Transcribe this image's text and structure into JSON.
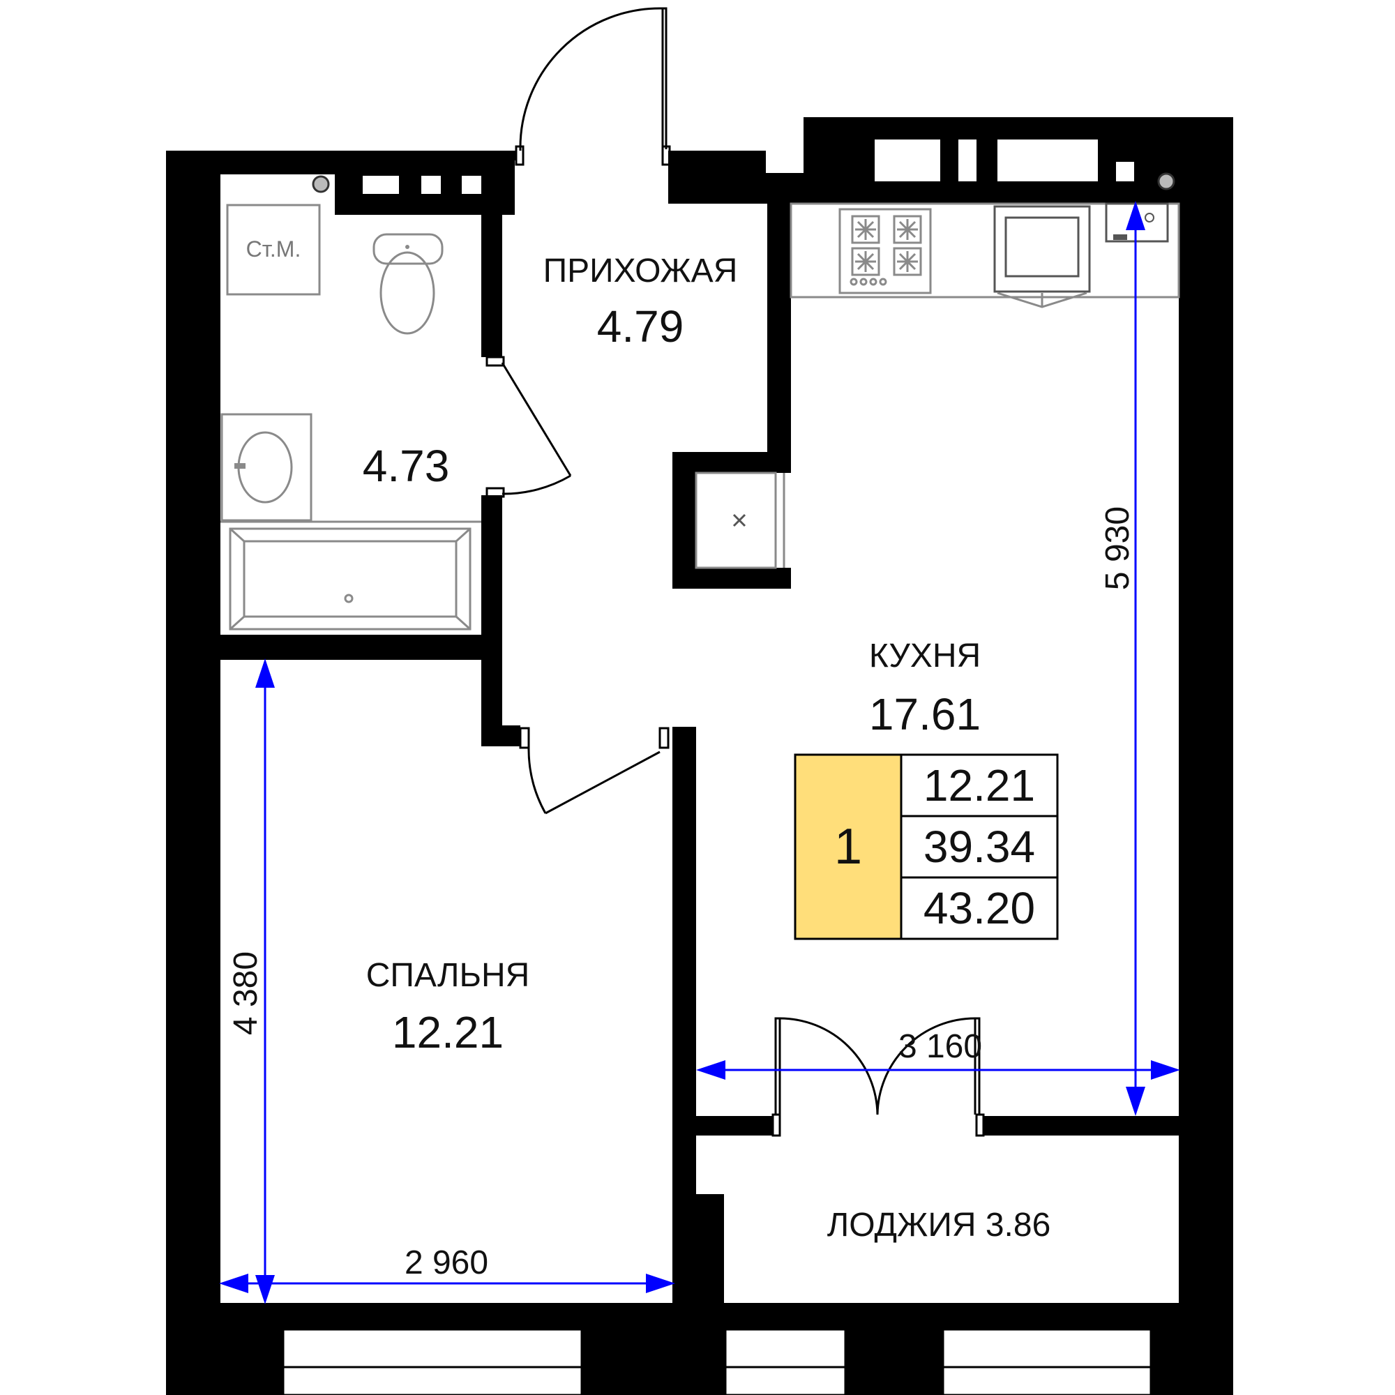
{
  "rooms": {
    "hallway": {
      "name": "ПРИХОЖАЯ",
      "area": "4.79"
    },
    "bathroom": {
      "area": "4.73",
      "washer_label": "Ст.М."
    },
    "kitchen": {
      "name": "КУХНЯ",
      "area": "17.61"
    },
    "bedroom": {
      "name": "СПАЛЬНЯ",
      "area": "12.21"
    },
    "loggia": {
      "label": "ЛОДЖИЯ 3.86"
    }
  },
  "summary": {
    "rooms_count": "1",
    "living_area": "12.21",
    "total_area": "39.34",
    "total_with_loggia": "43.20",
    "badge_color": "#ffde7a"
  },
  "dimensions": {
    "kitchen_height": "5 930",
    "kitchen_width": "3 160",
    "bedroom_height": "4 380",
    "bedroom_width": "2 960",
    "color": "#0000ff"
  }
}
